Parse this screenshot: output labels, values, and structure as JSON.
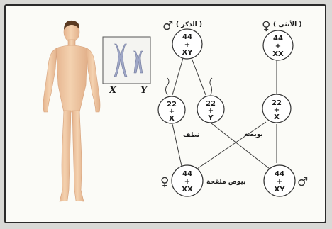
{
  "diagram": {
    "male_title": "( الذكر )",
    "female_title": "( الأنثى )",
    "male_symbol": "♂",
    "female_symbol": "♀",
    "karyotype_labels": {
      "x": "X",
      "y": "Y"
    },
    "cells": {
      "parent_male": {
        "top": "44",
        "mid": "+",
        "bottom": "XY"
      },
      "parent_female": {
        "top": "44",
        "mid": "+",
        "bottom": "XX"
      },
      "sperm_x": {
        "top": "22",
        "mid": "+",
        "bottom": "X"
      },
      "sperm_y": {
        "top": "22",
        "mid": "+",
        "bottom": "Y"
      },
      "egg": {
        "top": "22",
        "mid": "+",
        "bottom": "X"
      },
      "zygote_female": {
        "top": "44",
        "mid": "+",
        "bottom": "XX"
      },
      "zygote_male": {
        "top": "44",
        "mid": "+",
        "bottom": "XY"
      }
    },
    "labels": {
      "sperm": "نطف",
      "egg": "بويضة",
      "fertilized_egg": "بيوض ملقحة"
    },
    "colors": {
      "skin": "#f1c9a4",
      "skin_shade": "#e0ae86",
      "hair": "#5a3a22",
      "chromosome": "#9ea6c6",
      "line": "#3a3a3a"
    }
  }
}
